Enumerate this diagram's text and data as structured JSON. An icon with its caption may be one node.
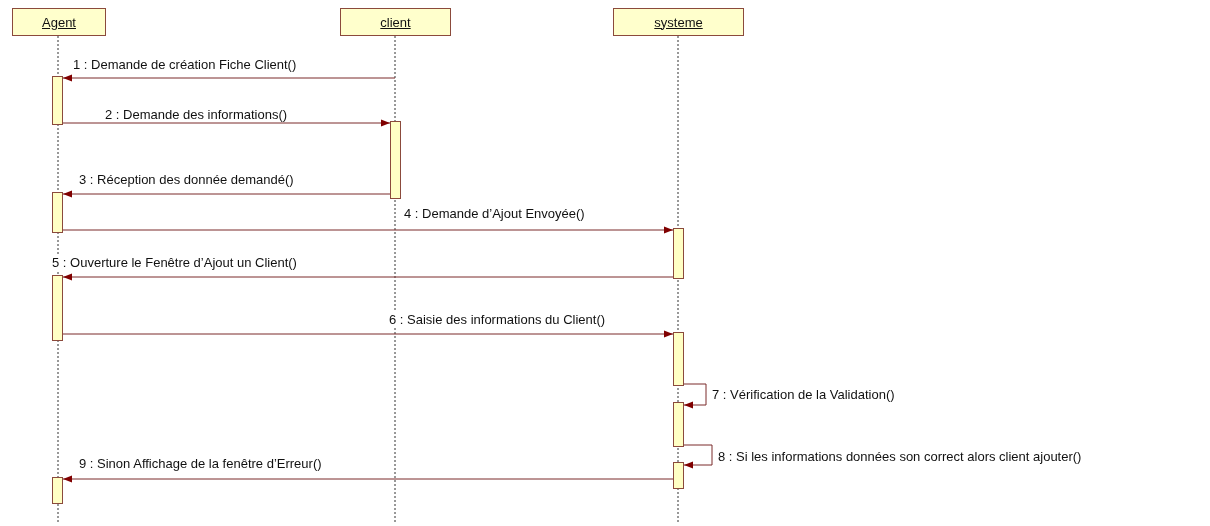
{
  "diagram": {
    "nodes": [
      {
        "text": [
          "Agent"
        ]
      },
      {
        "text": [
          "client"
        ]
      },
      {
        "text": [
          "systeme"
        ]
      },
      {
        "text": [],
        "shape": "bar"
      },
      {
        "text": [],
        "shape": "bar"
      },
      {
        "text": [],
        "shape": "bar"
      },
      {
        "text": [],
        "shape": "bar"
      },
      {
        "text": [],
        "shape": "bar"
      },
      {
        "text": [],
        "shape": "bar"
      },
      {
        "text": [],
        "shape": "bar"
      },
      {
        "text": [],
        "shape": "bar"
      },
      {
        "text": [],
        "shape": "bar"
      }
    ],
    "edges": [
      {
        "from": null,
        "to": 3,
        "arrow": "to",
        "label": "1 : Demande de création Fiche Client()"
      },
      {
        "from": 3,
        "to": 7,
        "arrow": "to",
        "label": "2 : Demande des informations()"
      },
      {
        "from": 7,
        "to": 4,
        "arrow": "to",
        "label": "3 : Réception des donnée demandé()"
      },
      {
        "from": 4,
        "to": 8,
        "arrow": "to",
        "label": "4 : Demande d’Ajout Envoyée()"
      },
      {
        "from": 8,
        "to": 5,
        "arrow": "to",
        "label": "5 : Ouverture le Fenêtre d’Ajout un Client()"
      },
      {
        "from": 5,
        "to": 9,
        "arrow": "to",
        "label": "6 : Saisie des informations du Client()"
      },
      {
        "from": 9,
        "to": 10,
        "arrow": "to",
        "label": "7 : Vérification de la Validation()"
      },
      {
        "from": 10,
        "to": 11,
        "arrow": "to",
        "label": "8 : Si les informations données son correct alors client ajouter()"
      },
      {
        "from": 11,
        "to": 6,
        "arrow": "to",
        "label": "9 : Sinon Affichage de la fenêtre d’Erreur()"
      }
    ]
  }
}
